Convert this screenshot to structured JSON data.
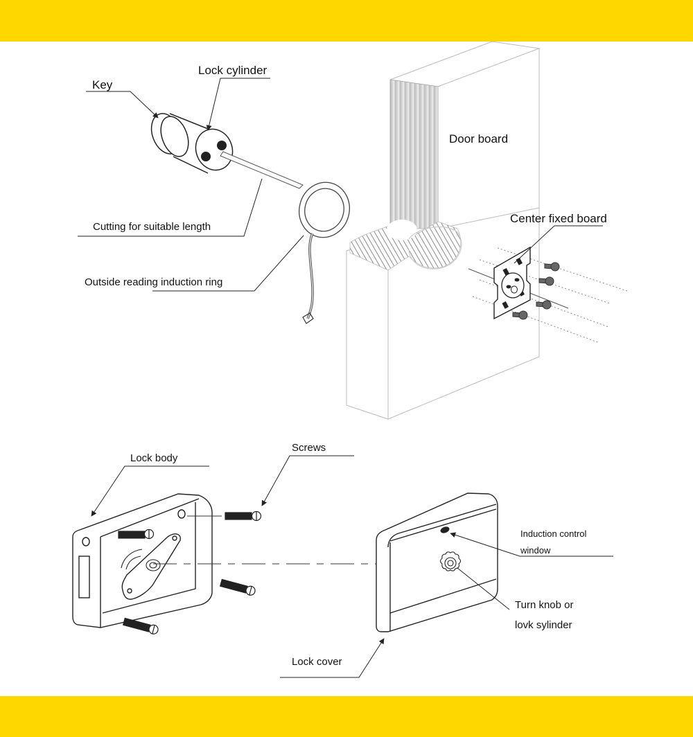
{
  "diagram": {
    "title": "",
    "colors": {
      "band": "#FFD700",
      "line": "#222222",
      "hatch": "#999999",
      "background": "#ffffff"
    },
    "labels": {
      "key": "Key",
      "lock_cylinder": "Lock cylinder",
      "cutting": "Cutting for suitable length",
      "induction_ring": "Outside reading induction ring",
      "door_board": "Door board",
      "center_fixed_board": "Center fixed board",
      "lock_body": "Lock body",
      "screws": "Screws",
      "induction_window_line1": "Induction control",
      "induction_window_line2": "window",
      "turn_knob_line1": "Turn knob or",
      "turn_knob_line2": "lovk sylinder",
      "lock_cover": "Lock cover"
    },
    "components": [
      {
        "name": "key",
        "icon": "key-icon"
      },
      {
        "name": "lock-cylinder",
        "icon": "cylinder-icon"
      },
      {
        "name": "induction-ring",
        "icon": "ring-icon"
      },
      {
        "name": "door-board",
        "icon": "door-icon"
      },
      {
        "name": "center-fixed-board",
        "icon": "plate-icon"
      },
      {
        "name": "screws",
        "count_top": 4,
        "count_bottom": 4,
        "icon": "screw-icon"
      },
      {
        "name": "lock-body",
        "icon": "lock-body-icon"
      },
      {
        "name": "lock-cover",
        "icon": "lock-cover-icon"
      }
    ]
  }
}
